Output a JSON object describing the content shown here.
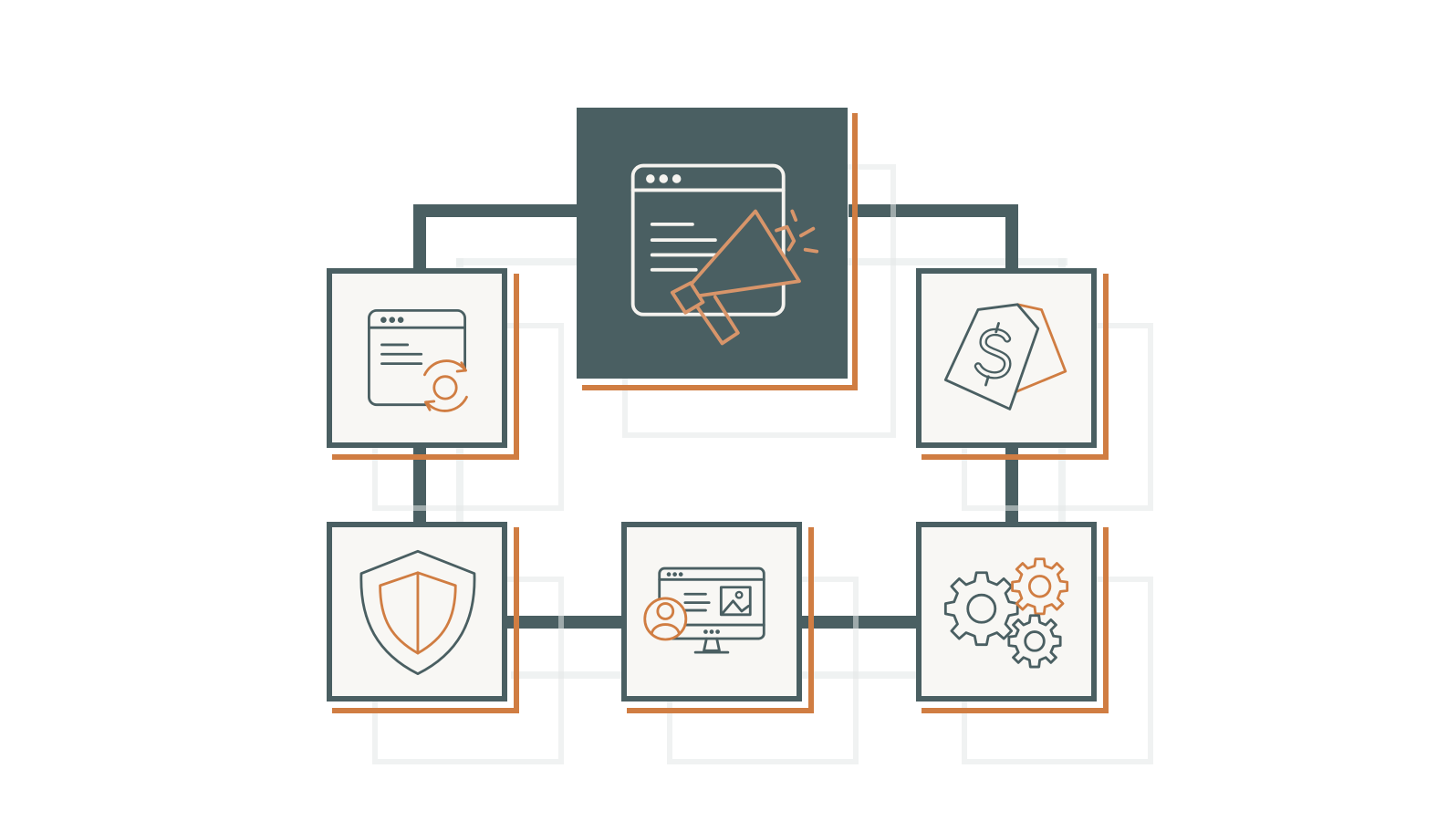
{
  "diagram": {
    "type": "hub-and-ring icon diagram",
    "colors": {
      "dark": "#4a5f62",
      "accent": "#d07d42",
      "box_fill": "#f8f7f4",
      "hub_fill": "#4a5f62",
      "ghost": "#e3e8e8"
    },
    "nodes": [
      {
        "id": "hub",
        "icon": "browser-megaphone-icon",
        "role": "center"
      },
      {
        "id": "top-left",
        "icon": "browser-refresh-icon"
      },
      {
        "id": "top-right",
        "icon": "price-tag-dollar-icon"
      },
      {
        "id": "bottom-left",
        "icon": "shield-icon"
      },
      {
        "id": "bottom-center",
        "icon": "monitor-user-icon"
      },
      {
        "id": "bottom-right",
        "icon": "gears-icon"
      }
    ],
    "edges": [
      [
        "hub",
        "top-left"
      ],
      [
        "hub",
        "top-right"
      ],
      [
        "top-left",
        "bottom-left"
      ],
      [
        "top-right",
        "bottom-right"
      ],
      [
        "bottom-left",
        "bottom-center"
      ],
      [
        "bottom-center",
        "bottom-right"
      ]
    ]
  }
}
